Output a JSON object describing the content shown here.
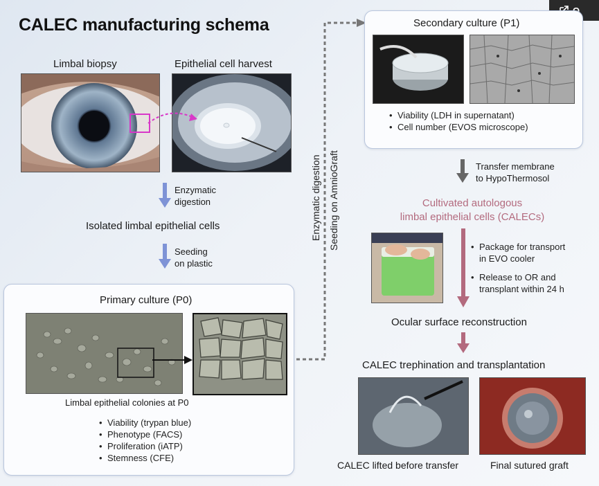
{
  "title": "CALEC manufacturing schema",
  "badge": {
    "icon": "external-link-icon",
    "label": "O"
  },
  "left": {
    "limbal_biopsy": "Limbal biopsy",
    "cell_harvest": "Epithelial cell harvest",
    "step1": [
      "Enzymatic",
      "digestion"
    ],
    "isolated": "Isolated limbal epithelial cells",
    "step2": [
      "Seeding",
      "on plastic"
    ],
    "primary_title": "Primary culture (P0)",
    "colonies_caption": "Limbal epithelial colonies at P0",
    "primary_bullets": [
      "Viability (trypan blue)",
      "Phenotype (FACS)",
      "Proliferation (iATP)",
      "Stemness (CFE)"
    ]
  },
  "connector": {
    "line1": "Enzymatic digestion",
    "line2": "Seeding on AmnioGraft"
  },
  "right": {
    "secondary_title": "Secondary culture (P1)",
    "secondary_bullets": [
      "Viability (LDH in supernatant)",
      "Cell number (EVOS microscope)"
    ],
    "transfer": [
      "Transfer membrane",
      "to HypoThermosol"
    ],
    "calec_label": [
      "Cultivated autologous",
      "limbal epithelial cells (CALECs)"
    ],
    "package_bullets": [
      [
        "Package for transport",
        "in EVO cooler"
      ],
      [
        "Release to OR and",
        "transplant within 24 h"
      ]
    ],
    "ocular": "Ocular surface reconstruction",
    "trephination": "CALEC trephination and transplantation",
    "caption_left": "CALEC lifted before transfer",
    "caption_right": "Final sutured graft"
  },
  "colors": {
    "blue_arrow": "#7e93d6",
    "gray_arrow": "#666666",
    "pink_arrow": "#b36a7e",
    "magenta": "#d838c8",
    "panel_border": "#b9c6dd"
  }
}
